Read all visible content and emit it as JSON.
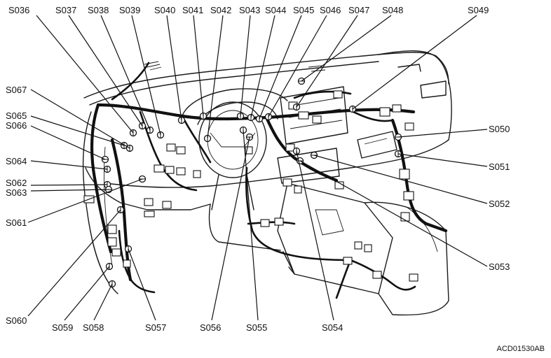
{
  "callouts": [
    {
      "id": "s036",
      "text": "S036"
    },
    {
      "id": "s037",
      "text": "S037"
    },
    {
      "id": "s038",
      "text": "S038"
    },
    {
      "id": "s039",
      "text": "S039"
    },
    {
      "id": "s040",
      "text": "S040"
    },
    {
      "id": "s041",
      "text": "S041"
    },
    {
      "id": "s042",
      "text": "S042"
    },
    {
      "id": "s043",
      "text": "S043"
    },
    {
      "id": "s044",
      "text": "S044"
    },
    {
      "id": "s045",
      "text": "S045"
    },
    {
      "id": "s046",
      "text": "S046"
    },
    {
      "id": "s047",
      "text": "S047"
    },
    {
      "id": "s048",
      "text": "S048"
    },
    {
      "id": "s049",
      "text": "S049"
    },
    {
      "id": "s050",
      "text": "S050"
    },
    {
      "id": "s051",
      "text": "S051"
    },
    {
      "id": "s052",
      "text": "S052"
    },
    {
      "id": "s053",
      "text": "S053"
    },
    {
      "id": "s054",
      "text": "S054"
    },
    {
      "id": "s055",
      "text": "S055"
    },
    {
      "id": "s056",
      "text": "S056"
    },
    {
      "id": "s057",
      "text": "S057"
    },
    {
      "id": "s058",
      "text": "S058"
    },
    {
      "id": "s059",
      "text": "S059"
    },
    {
      "id": "s060",
      "text": "S060"
    },
    {
      "id": "s061",
      "text": "S061"
    },
    {
      "id": "s062",
      "text": "S062"
    },
    {
      "id": "s063",
      "text": "S063"
    },
    {
      "id": "s064",
      "text": "S064"
    },
    {
      "id": "s065",
      "text": "S065"
    },
    {
      "id": "s066",
      "text": "S066"
    },
    {
      "id": "s067",
      "text": "S067"
    }
  ],
  "figure_ref": "ACD01530AB"
}
